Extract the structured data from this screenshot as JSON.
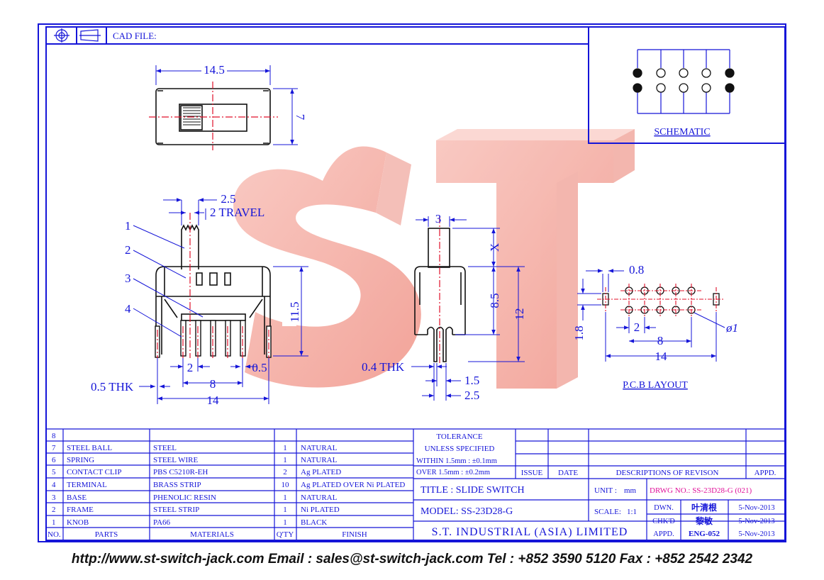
{
  "titleblock": {
    "cad_file_label": "CAD FILE:",
    "schematic_label": "SCHEMATIC",
    "pcb_layout_label": "P.C.B LAYOUT",
    "tolerance": [
      "TOLERANCE",
      "UNLESS   SPECIFIED",
      "WITHIN  1.5mm : ±0.1mm",
      "OVER    1.5mm : ±0.2mm"
    ],
    "issue_label": "ISSUE",
    "date_label": "DATE",
    "revision_label": "DESCRIPTIONS  OF  REVISON",
    "appd_label": "APPD.",
    "title": "TITLE : SLIDE SWITCH",
    "unit_label": "UNIT :",
    "unit_value": "mm",
    "drawing_no": "DRWG NO.: SS-23D28-G (021)",
    "model": "MODEL: SS-23D28-G",
    "scale_label": "SCALE:",
    "scale_value": "1:1",
    "dwn_label": "DWN.",
    "dwn_name": "叶清根",
    "dwn_date": "5-Nov-2013",
    "chkd_label": "CHK'D",
    "chkd_name": "黎敏",
    "chkd_date": "5-Nov-2013",
    "appd2_label": "APPD.",
    "appd2_name": "ENG-052",
    "appd2_date": "5-Nov-2013",
    "company": "S.T.  INDUSTRIAL  (ASIA)  LIMITED"
  },
  "bom": {
    "headers": [
      "NO.",
      "PARTS",
      "MATERIALS",
      "Q'TY",
      "FINISH"
    ],
    "rows": [
      [
        "8",
        "",
        "",
        "",
        ""
      ],
      [
        "7",
        "STEEL BALL",
        "STEEL",
        "1",
        "NATURAL"
      ],
      [
        "6",
        "SPRING",
        "STEEL WIRE",
        "1",
        "NATURAL"
      ],
      [
        "5",
        "CONTACT CLIP",
        "PBS C5210R-EH",
        "2",
        "Ag PLATED"
      ],
      [
        "4",
        "TERMINAL",
        "BRASS STRIP",
        "10",
        "Ag PLATED OVER Ni PLATED"
      ],
      [
        "3",
        "BASE",
        "PHENOLIC RESIN",
        "1",
        "NATURAL"
      ],
      [
        "2",
        "FRAME",
        "STEEL STRIP",
        "1",
        "Ni PLATED"
      ],
      [
        "1",
        "KNOB",
        "PA66",
        "1",
        "BLACK"
      ]
    ]
  },
  "dims": {
    "top_width": "14.5",
    "top_height": "7",
    "knob_width": "2.5",
    "travel": "2  TRAVEL",
    "front_height": "11.5",
    "pin_pitch": "2",
    "pin_offset": "0.5",
    "pin_thk": "0.5  THK",
    "pin_span": "8",
    "overall": "14",
    "side_knob": "3",
    "side_x": "X",
    "side_85": "8.5",
    "side_12": "12",
    "side_thk": "0.4  THK",
    "side_15": "1.5",
    "side_25": "2.5",
    "pcb_08": "0.8",
    "pcb_18": "1.8",
    "pcb_2": "2",
    "pcb_8": "8",
    "pcb_14": "14",
    "pcb_dia": "ø1"
  },
  "callouts": [
    "1",
    "2",
    "3",
    "4"
  ],
  "watermark": "ST",
  "footer": "http://www.st-switch-jack.com  Email : sales@st-switch-jack.com  Tel : +852 3590 5120  Fax : +852 2542 2342",
  "colors": {
    "line": "#1515d8",
    "center": "#e0102a",
    "drawing_no": "#e0109a",
    "watermark": "#f4a8a0"
  }
}
